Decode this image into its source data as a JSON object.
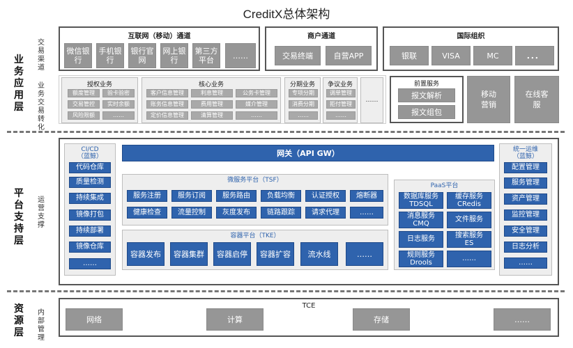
{
  "title": "CreditX总体架构",
  "layers": {
    "business": {
      "label": "业务应用层",
      "sub1": "交易渠道",
      "sub2": "业务交易转化"
    },
    "platform": {
      "label": "平台支持层",
      "sub": "运营支撑"
    },
    "resource": {
      "label": "资源层",
      "sub": "内部管理"
    }
  },
  "channels": {
    "internet": {
      "title": "互联网（移动）通道",
      "items": [
        "微信银行",
        "手机银行",
        "银行官网",
        "网上银行",
        "第三方平台",
        "……"
      ]
    },
    "merchant": {
      "title": "商户通道",
      "items": [
        "交易终端",
        "自营APP"
      ]
    },
    "intl": {
      "title": "国际组织",
      "items": [
        "银联",
        "VISA",
        "MC",
        "．．．"
      ]
    }
  },
  "services": {
    "auth": {
      "title": "授权业务",
      "items": [
        "额度管理",
        "验卡验密",
        "交易管控",
        "实时余额",
        "风险限额",
        "……"
      ]
    },
    "core": {
      "title": "核心业务",
      "items": [
        "客户信息管理",
        "利息管理",
        "公务卡管理",
        "账务信息管理",
        "费用管理",
        "媒介管理",
        "定价信息管理",
        "清算管理",
        "……"
      ]
    },
    "installment": {
      "title": "分期业务",
      "items": [
        "专项分期",
        "消费分期",
        "……"
      ]
    },
    "dispute": {
      "title": "争议业务",
      "items": [
        "调单管理",
        "拒付管理",
        "……"
      ]
    },
    "extra": {
      "label": "……"
    },
    "front": {
      "title": "前置服务",
      "items": [
        "报文解析",
        "报文组包"
      ]
    },
    "mobile": {
      "label": "移动营销"
    },
    "online": {
      "label": "在线客服"
    }
  },
  "platform": {
    "cicd": {
      "title": "CI/CD",
      "subtitle": "（蓝鲸）",
      "items": [
        "代码仓库",
        "质量检测",
        "持续集成",
        "镜像打包",
        "持续部署",
        "镜像仓库",
        "……"
      ]
    },
    "gateway": {
      "label": "网关（API GW）"
    },
    "tsf": {
      "title": "微服务平台（TSF）",
      "items": [
        "服务注册",
        "服务订阅",
        "服务路由",
        "负载均衡",
        "认证授权",
        "熔断器",
        "健康检查",
        "流量控制",
        "灰度发布",
        "链路跟踪",
        "请求代理",
        "……"
      ]
    },
    "paas": {
      "title": "PaaS平台",
      "items": [
        "数据库服务 TDSQL",
        "缓存服务 CRedis",
        "消息服务 CMQ",
        "文件服务",
        "日志服务",
        "搜索服务 ES",
        "规则服务 Drools",
        "……"
      ]
    },
    "tke": {
      "title": "容器平台（TKE）",
      "items": [
        "容器发布",
        "容器集群",
        "容器启停",
        "容器扩容",
        "流水线",
        "……"
      ]
    },
    "ops": {
      "title": "统一运维",
      "subtitle": "（蓝鲸）",
      "items": [
        "配置管理",
        "服务管理",
        "资产管理",
        "监控管理",
        "安全管理",
        "日志分析",
        "……"
      ]
    }
  },
  "resource": {
    "title": "TCE",
    "items": [
      "网络",
      "计算",
      "存储",
      "……"
    ]
  }
}
